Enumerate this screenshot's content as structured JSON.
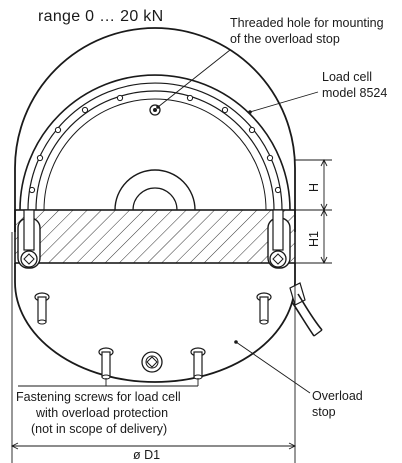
{
  "title": "range 0 … 20 kN",
  "labels": {
    "threaded_hole": [
      "Threaded hole for mounting",
      "of the overload stop"
    ],
    "load_cell": [
      "Load cell",
      "model 8524"
    ],
    "fastening": [
      "Fastening screws for load cell",
      "with overload protection",
      "(not in scope of delivery)"
    ],
    "overload_stop": [
      "Overload",
      "stop"
    ]
  },
  "dimensions": {
    "h": "H",
    "h1": "H1",
    "d1": "ø D1"
  }
}
